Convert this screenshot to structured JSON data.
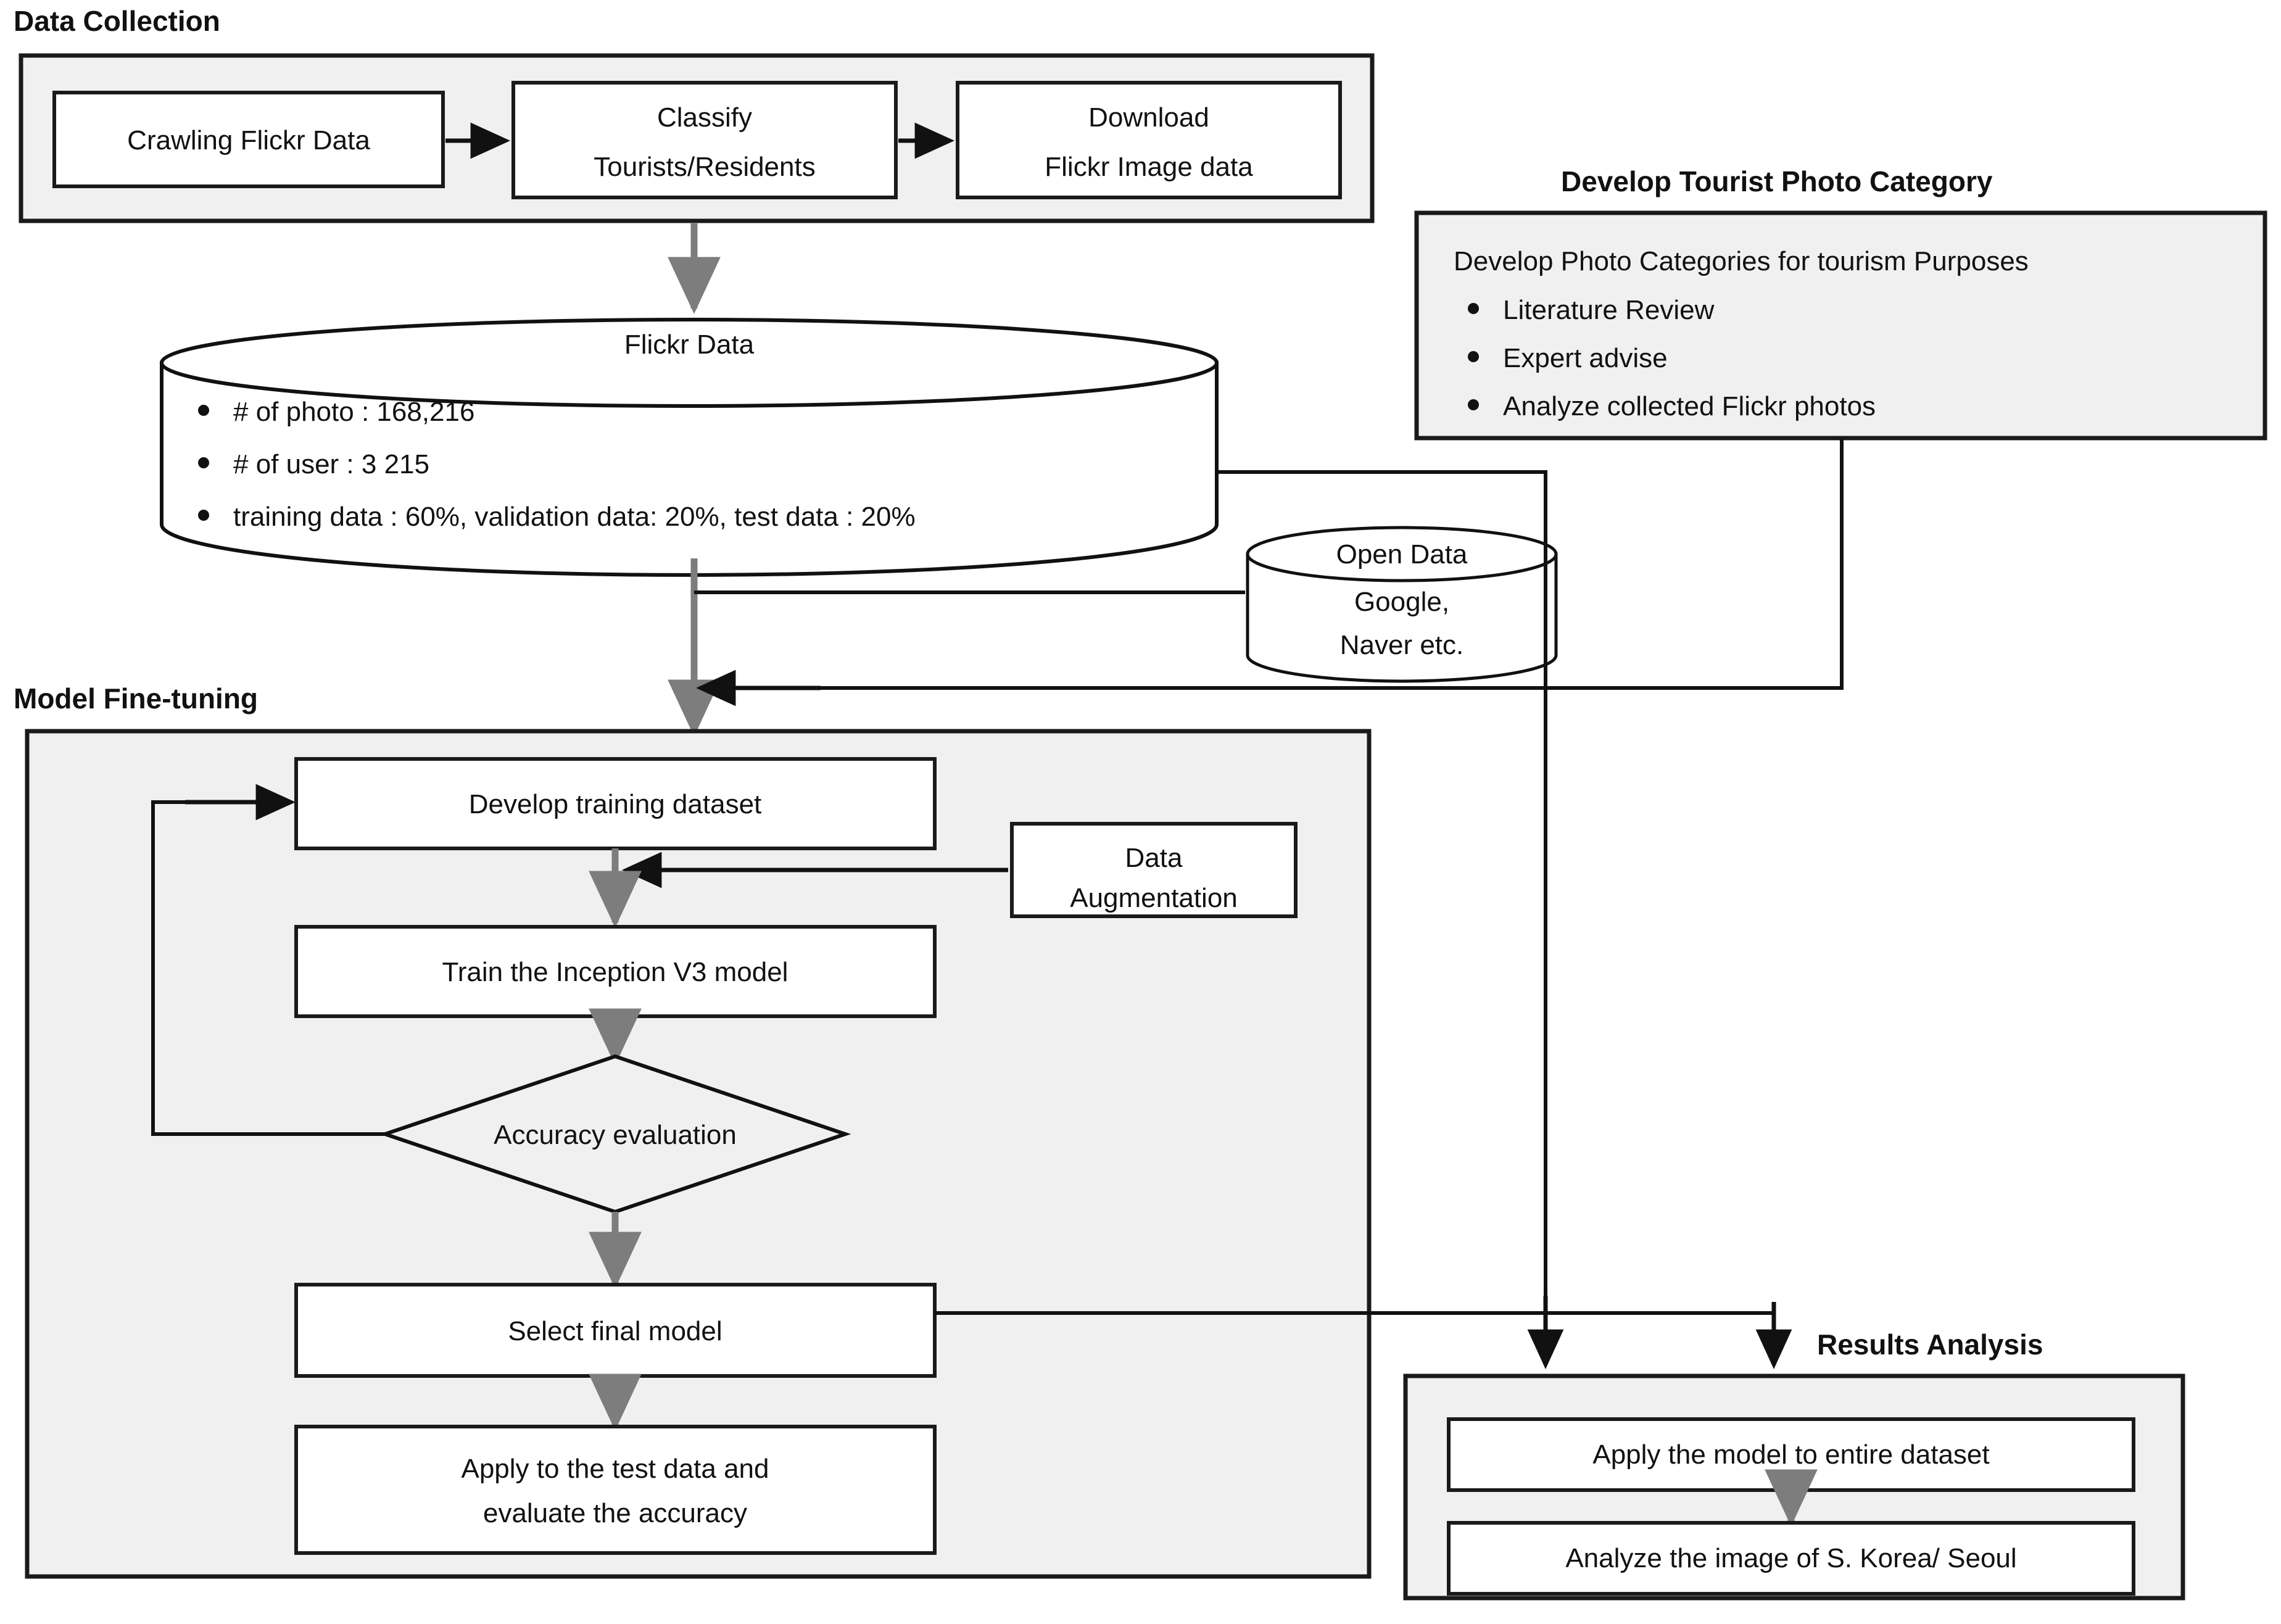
{
  "sections": {
    "data_collection": "Data Collection",
    "develop_category": "Develop Tourist Photo Category",
    "model_finetuning": "Model Fine-tuning",
    "results_analysis": "Results Analysis"
  },
  "data_collection_boxes": [
    {
      "line1": "Crawling Flickr Data",
      "line2": ""
    },
    {
      "line1": "Classify",
      "line2": "Tourists/Residents"
    },
    {
      "line1": "Download",
      "line2": "Flickr Image data"
    }
  ],
  "flickr_data": {
    "title": "Flickr Data",
    "bullets": [
      "# of photo : 168,216",
      "# of user : 3 215",
      "training data : 60%, validation data: 20%, test data : 20%"
    ]
  },
  "open_data": {
    "title": "Open Data",
    "line1": "Google,",
    "line2": "Naver etc."
  },
  "develop_category_panel": {
    "heading": "Develop Photo Categories for tourism Purposes",
    "bullets": [
      "Literature Review",
      "Expert advise",
      "Analyze collected Flickr photos"
    ]
  },
  "finetuning_nodes": {
    "develop_training": "Develop  training dataset",
    "train_model": "Train the Inception V3 model",
    "data_augmentation_l1": "Data",
    "data_augmentation_l2": "Augmentation",
    "accuracy_eval": "Accuracy evaluation",
    "select_final": "Select final model",
    "apply_test_l1": "Apply to the test data and",
    "apply_test_l2": "evaluate the accuracy"
  },
  "results_nodes": {
    "apply_entire": "Apply the model to entire dataset",
    "analyze_image": "Analyze the image of S. Korea/ Seoul"
  },
  "colors": {
    "panel_fill": "#f0f0f0",
    "box_fill": "#ffffff",
    "stroke": "#1a1a1a",
    "gray_arrow": "#7d7d7d",
    "text": "#111111"
  }
}
